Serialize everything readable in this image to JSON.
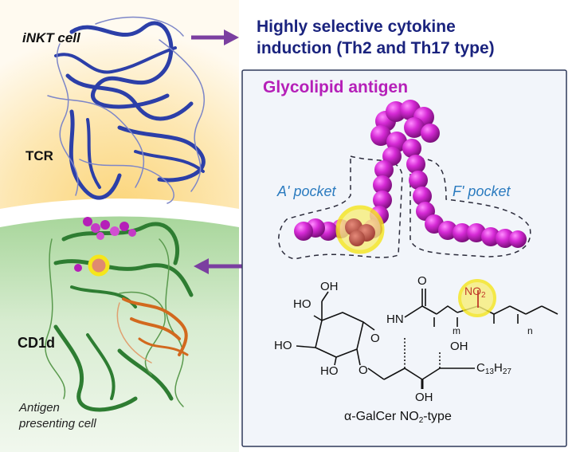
{
  "top": {
    "cell_label": "iNKT cell",
    "receptor_label": "TCR",
    "headline_line1": "Highly selective cytokine",
    "headline_line2": "induction (Th2 and Th17 type)"
  },
  "bottom": {
    "molecule_label": "CD1d",
    "cell_line1": "Antigen",
    "cell_line2": "presenting cell"
  },
  "antigen_panel": {
    "title": "Glycolipid antigen",
    "pocket_a": "A' pocket",
    "pocket_f": "F' pocket",
    "structure": {
      "oh1": "OH",
      "ho1": "HO",
      "ho2": "HO",
      "ho3": "HO",
      "o_ring": "O",
      "o_link": "O",
      "o_carbonyl": "O",
      "hn": "HN",
      "m": "m",
      "n": "n",
      "oh2": "OH",
      "oh3": "OH",
      "nitro": "NO",
      "nitro_sub": "2",
      "chain_c": "C",
      "chain_c_sub": "13",
      "chain_h": "H",
      "chain_h_sub": "27"
    },
    "caption_prefix": "α-GalCer NO",
    "caption_sub": "2",
    "caption_suffix": "-type"
  },
  "colors": {
    "headline": "#1a237e",
    "antigen": "#b51fb8",
    "pocket_label": "#2b7bbf",
    "tcr_ribbon": "#2c3fa8",
    "cd1d_ribbon": "#2e7d32",
    "b2m_ribbon": "#d2691e",
    "arrow": "#7b3fa0",
    "highlight": "#f5e61b"
  }
}
